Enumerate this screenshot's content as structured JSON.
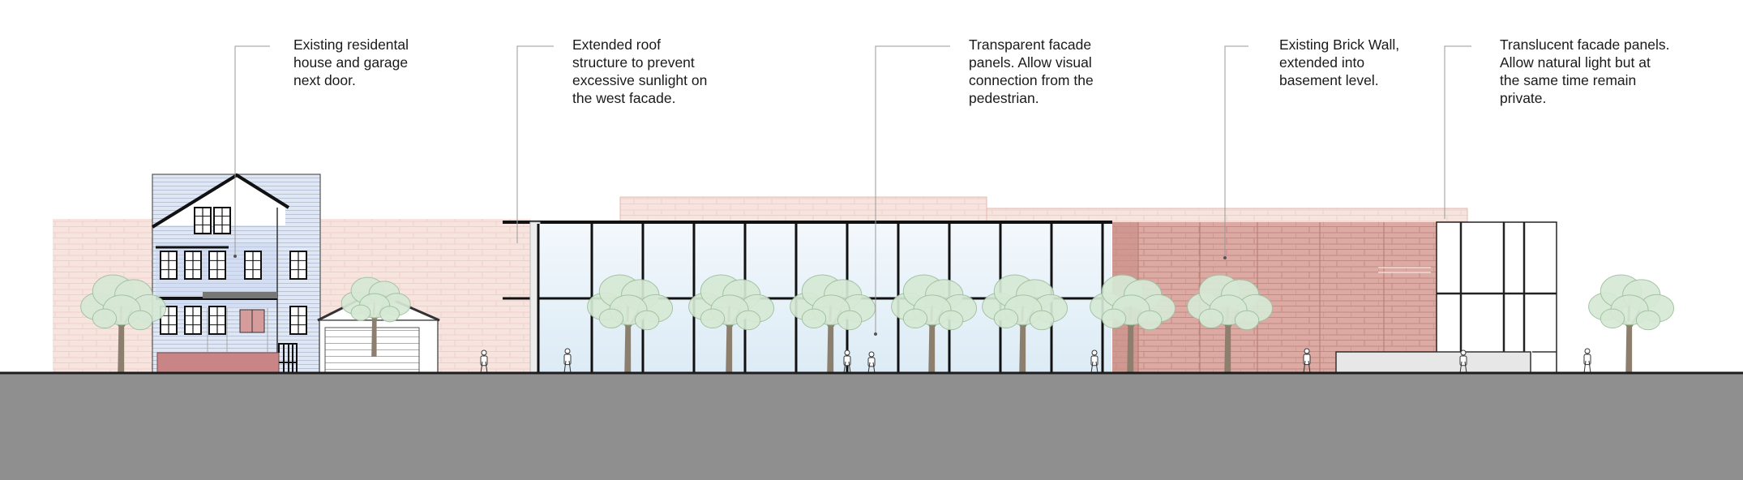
{
  "callouts": [
    {
      "id": "callout-residential-house",
      "text": "Existing residental\nhouse and garage\nnext door."
    },
    {
      "id": "callout-extended-roof",
      "text": "Extended roof\nstructure to prevent\nexcessive sunlight on\nthe west facade."
    },
    {
      "id": "callout-transparent-facade",
      "text": "Transparent facade\npanels. Allow visual\nconnection from the\npedestrian."
    },
    {
      "id": "callout-brick-wall",
      "text": "Existing Brick Wall,\nextended into\nbasement level."
    },
    {
      "id": "callout-translucent-facade",
      "text": "Translucent facade panels.\nAllow natural light but at\nthe same time remain\nprivate."
    }
  ],
  "colors": {
    "background": "#ffffff",
    "ground": "#8f8f8f",
    "ground_line": "#2a2a2a",
    "brick_wall_light": "#f8e4df",
    "brick_wall_dark": "#dba9a2",
    "house_siding": "#dfe6f4",
    "glass": "#e6f1f8",
    "tree_canopy": "#d8ead8",
    "leader_line": "#999999",
    "text": "#1a1a1a"
  }
}
